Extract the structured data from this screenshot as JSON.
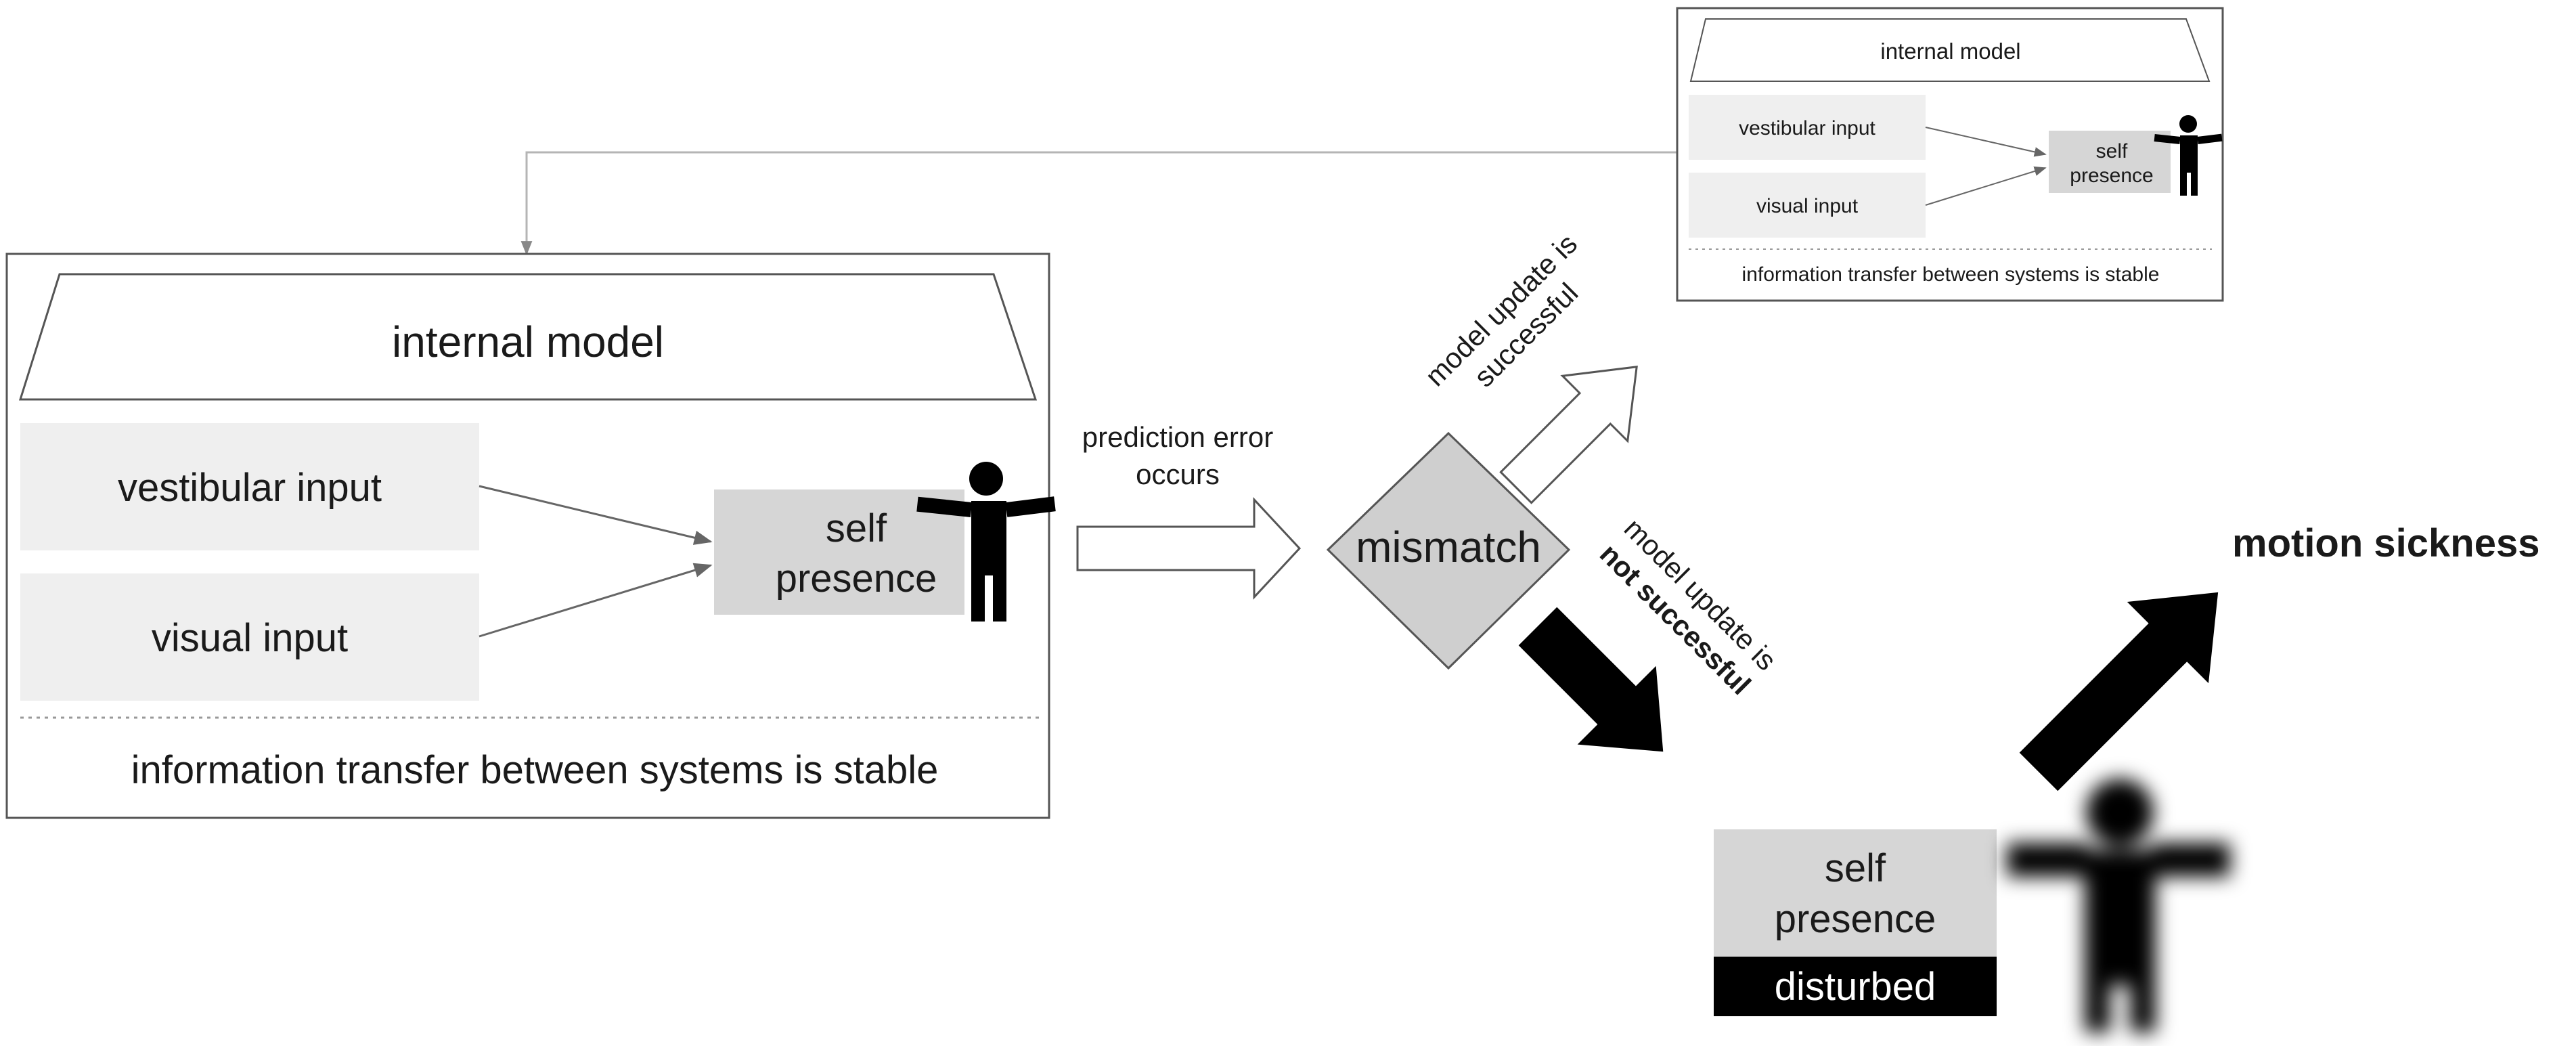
{
  "main_box": {
    "internal_model": "internal model",
    "vestibular_input": "vestibular input",
    "visual_input": "visual input",
    "self_presence_line1": "self",
    "self_presence_line2": "presence",
    "footer": "information transfer between systems is stable"
  },
  "transition": {
    "line1": "prediction error",
    "line2": "occurs"
  },
  "mismatch_label": "mismatch",
  "success_branch": {
    "line1": "model update is",
    "line2": "successful"
  },
  "failure_branch": {
    "line1": "model update is",
    "line2": "not successful"
  },
  "updated_box": {
    "internal_model": "internal model",
    "vestibular_input": "vestibular input",
    "visual_input": "visual input",
    "self_presence_line1": "self",
    "self_presence_line2": "presence",
    "footer": "information transfer between systems is stable"
  },
  "disturbed_box": {
    "self_presence_line1": "self",
    "self_presence_line2": "presence",
    "status": "disturbed"
  },
  "outcome": "motion sickness",
  "colors": {
    "panel_fill": "#efefef",
    "self_fill": "#d6d6d6",
    "diamond_fill": "#cfcfcf",
    "border": "#555555",
    "ink": "#000000"
  }
}
